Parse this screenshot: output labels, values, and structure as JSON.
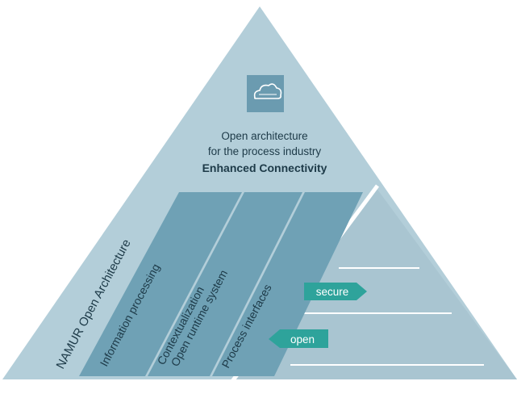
{
  "header": {
    "cloud_icon": "cloud-icon",
    "line1": "Open architecture",
    "line2": "for the process industry",
    "title": "Enhanced Connectivity"
  },
  "side_label": "NAMUR Open Architecture",
  "bands": [
    {
      "lines": [
        "Information processing"
      ]
    },
    {
      "lines": [
        "Contextualization",
        "Open runtime system"
      ]
    },
    {
      "lines": [
        "Process interfaces"
      ]
    }
  ],
  "arrows": {
    "secure": "secure",
    "open": "open"
  },
  "colors": {
    "triangle": "#b3ced9",
    "triangle_right": "#a7c3cf",
    "band": "#6fa1b5",
    "band_dark": "#5d92a8",
    "icon_tile": "#6b9bb0",
    "arrow": "#2ea39b",
    "text": "#1d3a48"
  }
}
